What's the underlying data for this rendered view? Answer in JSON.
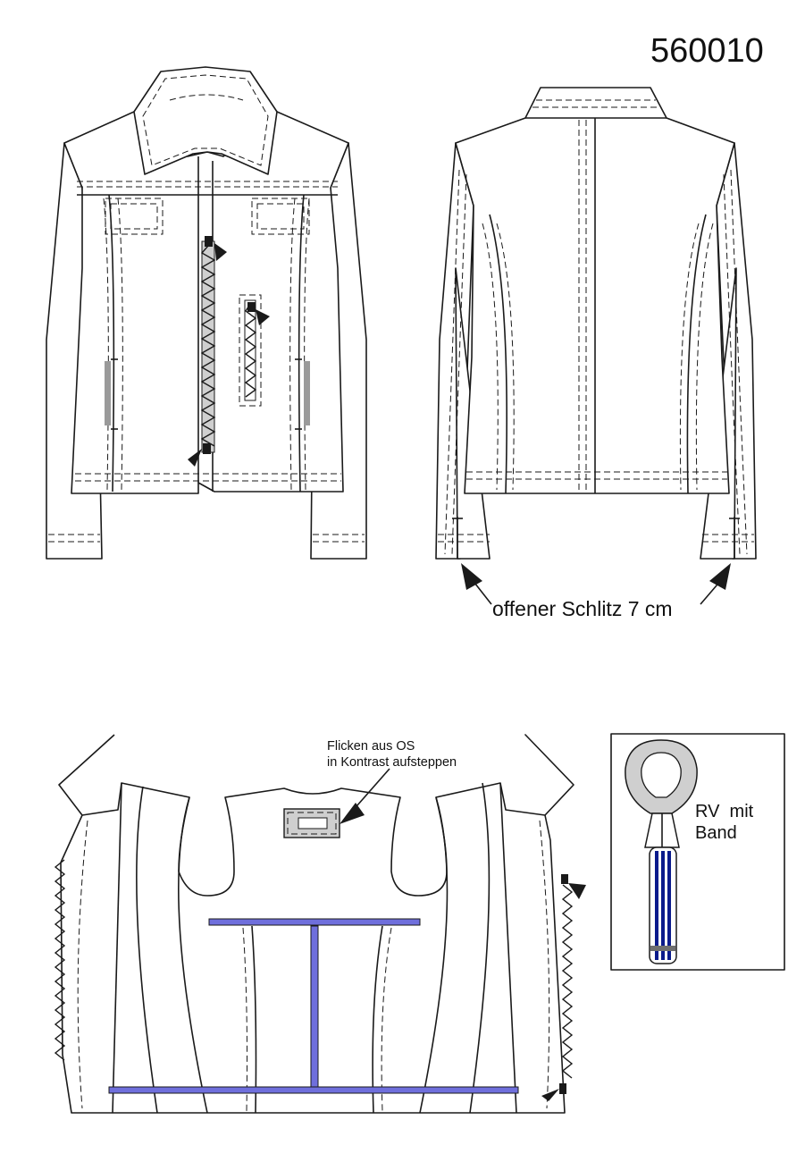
{
  "style_number": "560010",
  "callouts": {
    "slit": "offener Schlitz 7 cm",
    "patch_line1": "Flicken aus OS",
    "patch_line2": "in Kontrast aufsteppen",
    "zip_line1": "RV  mit",
    "zip_line2": "Band"
  },
  "colors": {
    "outline": "#1a1a1a",
    "tape_blue": "#6f6fdc",
    "zipper_gray": "#cfcfcf",
    "detail_gray": "#9a9a9a",
    "stripe_navy": "#0a1a8c"
  }
}
